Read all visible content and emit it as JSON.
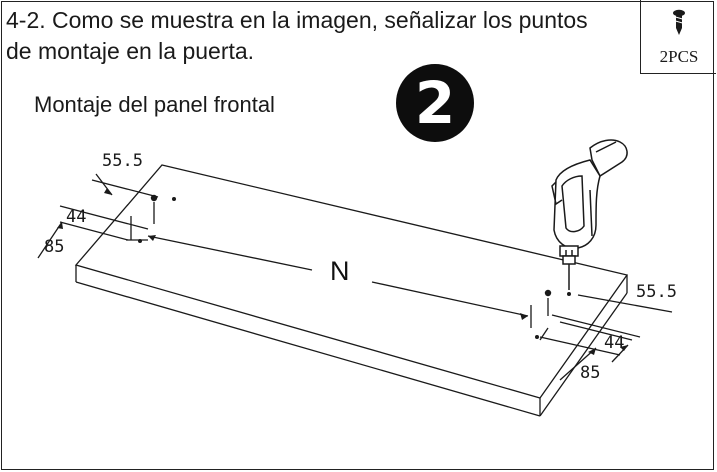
{
  "instruction": {
    "text": "4-2. Como se muestra en la imagen, señalizar los puntos de montaje en la puerta."
  },
  "parts_box": {
    "icon": "screw-icon",
    "quantity_label": "2PCS"
  },
  "section_title": "Montaje del panel frontal",
  "step_number": "2",
  "diagram": {
    "distance_label": "N",
    "left_dimensions": [
      "55.5",
      "44",
      "85"
    ],
    "right_dimensions": [
      "55.5",
      "44",
      "85"
    ],
    "tool_icon": "drill-icon"
  },
  "colors": {
    "line": "#1a1a1a",
    "badge": "#0d0d0d"
  }
}
